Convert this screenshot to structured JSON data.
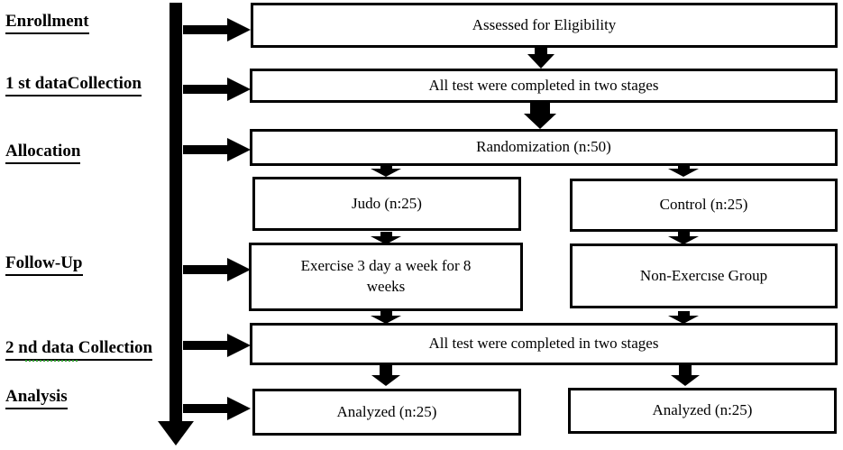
{
  "diagram": {
    "stages": [
      {
        "label": "Enrollment"
      },
      {
        "label": "1 st dataCollection"
      },
      {
        "label": "Allocation"
      },
      {
        "label": "Follow-Up"
      },
      {
        "label": "2 nd data Collection"
      },
      {
        "label": "Analysis"
      }
    ],
    "boxes": {
      "assessed": "Assessed for Eligibility",
      "first_tests": "All test were completed in two stages",
      "randomization": "Randomization (n:50)",
      "judo": "Judo (n:25)",
      "control": "Control (n:25)",
      "exercise": "Exercise 3 day a week for 8 weeks",
      "non_exercise": "Non-Exercıse Group",
      "second_tests": "All test were completed in two stages",
      "analyzed_left": "Analyzed (n:25)",
      "analyzed_right": "Analyzed (n:25)"
    },
    "icons": {
      "right_arrow": "css-triangle-right",
      "down_arrow": "css-triangle-down",
      "timeline_arrow": "css-vertical-bar-with-down-triangle"
    },
    "colors": {
      "line": "#000000",
      "background": "#ffffff",
      "squiggle_green": "#2f9e2f"
    }
  }
}
